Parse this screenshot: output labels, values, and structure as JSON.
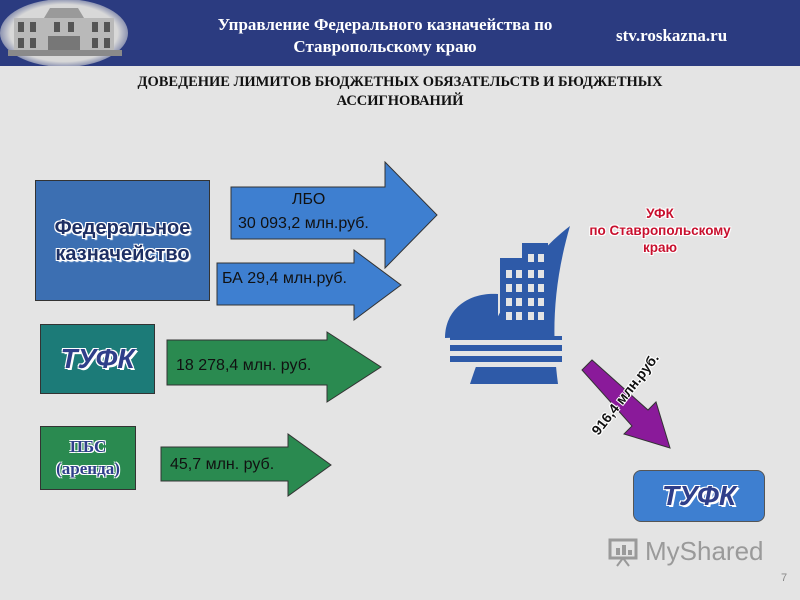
{
  "header": {
    "title_line1": "Управление Федерального казначейства по",
    "title_line2": "Ставропольскому краю",
    "site": "stv.roskazna.ru"
  },
  "slide": {
    "title_line1": "ДОВЕДЕНИЕ ЛИМИТОВ БЮДЖЕТНЫХ ОБЯЗАТЕЛЬСТВ И БЮДЖЕТНЫХ",
    "title_line2": "АССИГНОВАНИЙ"
  },
  "nodes": {
    "federal_line1": "Федеральное",
    "federal_line2": "казначейство",
    "tufk": "ТУФК",
    "pbs_line1": "ПБС",
    "pbs_line2": "(аренда)",
    "ufk_line1": "УФК",
    "ufk_line2": "по Ставропольскому",
    "ufk_line3": "краю",
    "tufk_target": "ТУФК"
  },
  "flows": {
    "lbo_label": "ЛБО",
    "lbo_value": "30 093,2 млн.руб.",
    "ba_value": "БА 29,4 млн.руб.",
    "tufk_value": "18 278,4 млн. руб.",
    "pbs_value": "45,7 млн. руб.",
    "diagonal_value": "916,4 млн.руб."
  },
  "colors": {
    "header_bg": "#2b3b80",
    "federal_box": "#3c6fb2",
    "tufk_box": "#1c7b78",
    "pbs_box": "#2a8a50",
    "blue_arrow": "#3e7fd0",
    "green_arrow": "#2a8a50",
    "purple_arrow": "#8a1a9a",
    "ufk_label": "#c8102e",
    "tufk_target_box": "#3e7fd0"
  },
  "watermark": "MyShared",
  "page_number": "7"
}
